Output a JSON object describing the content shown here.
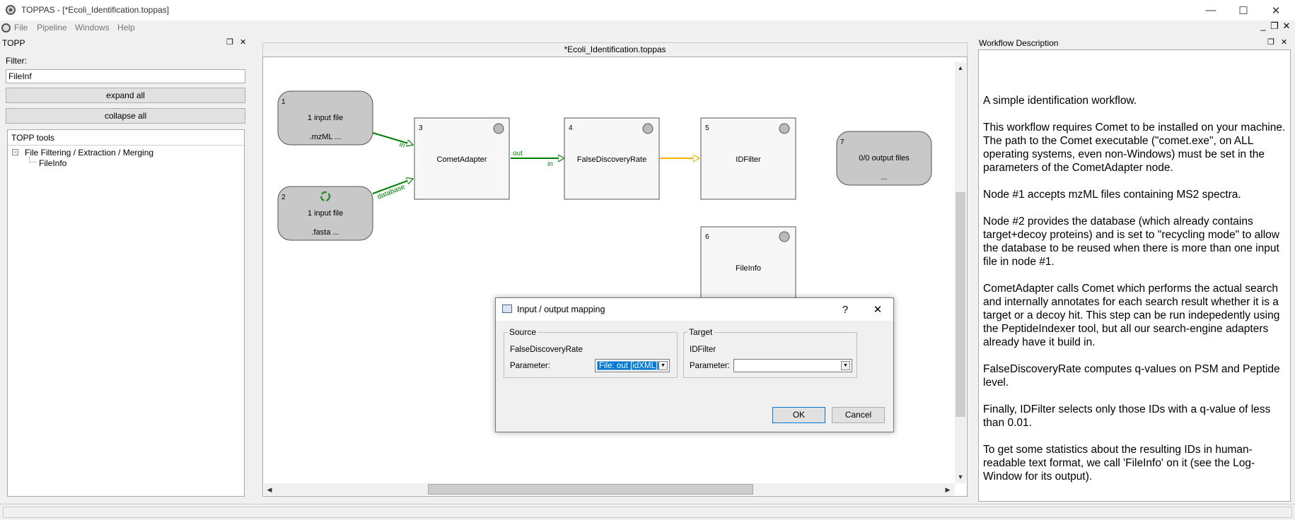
{
  "window": {
    "title": "TOPPAS - [*Ecoli_Identification.toppas]",
    "minimize": "—",
    "maximize": "☐",
    "close": "✕"
  },
  "menu": [
    "File",
    "Pipeline",
    "Windows",
    "Help"
  ],
  "mdi_controls": {
    "minimize": "_",
    "restore": "❐",
    "close": "✕"
  },
  "left_dock": {
    "title": "TOPP",
    "float_icon": "❐",
    "close_icon": "✕",
    "filter_label": "Filter:",
    "filter_value": "FileInf",
    "expand_all": "expand all",
    "collapse_all": "collapse all",
    "tree_header": "TOPP tools",
    "tree": {
      "expander": "−",
      "category": "File Filtering / Extraction / Merging",
      "item": "FileInfo"
    }
  },
  "canvas": {
    "tab_title": "*Ecoli_Identification.toppas",
    "nodes": [
      {
        "id": "1",
        "kind": "input",
        "line1": "1 input file",
        "line2": ".mzML ..."
      },
      {
        "id": "2",
        "kind": "input",
        "line1": "1 input file",
        "line2": ".fasta ...",
        "icon": "recycle-icon"
      },
      {
        "id": "3",
        "kind": "tool",
        "label": "CometAdapter"
      },
      {
        "id": "4",
        "kind": "tool",
        "label": "FalseDiscoveryRate"
      },
      {
        "id": "5",
        "kind": "tool",
        "label": "IDFilter"
      },
      {
        "id": "6",
        "kind": "tool",
        "label": "FileInfo"
      },
      {
        "id": "7",
        "kind": "output",
        "line1": "0/0 output files",
        "line2": "..."
      }
    ],
    "edge_labels": {
      "e1_in": "in",
      "e2_db": "database",
      "e3_out": "out",
      "e3_in": "in"
    },
    "colors": {
      "edge_ok": "#008000",
      "edge_pending": "#f0b400",
      "input_fill": "#c8c8c8",
      "tool_fill": "#f7f7f7"
    }
  },
  "right_dock": {
    "title": "Workflow Description",
    "float_icon": "❐",
    "close_icon": "✕",
    "paragraphs": [
      "A simple identification workflow.",
      "This workflow requires Comet to be installed on your machine. The path to the Comet executable (\"comet.exe\", on ALL operating systems, even non-Windows) must be set in the parameters of the CometAdapter node.",
      "Node #1 accepts mzML files containing MS2 spectra.",
      "Node #2 provides the database (which already contains target+decoy proteins) and is set to \"recycling mode\" to allow the database to be reused when there is more than one input file in node #1.",
      "CometAdapter calls Comet which performs the actual search and internally annotates for each search result whether it is a target or a decoy hit. This step can be run indepedently using the PeptideIndexer tool, but all our search-engine adapters already have it build in.",
      "FalseDiscoveryRate computes q-values on PSM and Peptide level.",
      "Finally, IDFilter selects only those IDs with a q-value of less than 0.01.",
      "To get some statistics about the resulting IDs in human-readable text format, we call 'FileInfo' on it (see the Log-Window for its output)."
    ]
  },
  "dialog": {
    "title": "Input / output mapping",
    "help": "?",
    "close": "✕",
    "source": {
      "legend": "Source",
      "node": "FalseDiscoveryRate",
      "param_label": "Parameter:",
      "param_value": "File: out [idXML]"
    },
    "target": {
      "legend": "Target",
      "node": "IDFilter",
      "param_label": "Parameter:",
      "param_value": ""
    },
    "ok": "OK",
    "cancel": "Cancel"
  },
  "scroll_arrows": {
    "up": "▲",
    "down": "▼",
    "left": "◀",
    "right": "▶"
  }
}
